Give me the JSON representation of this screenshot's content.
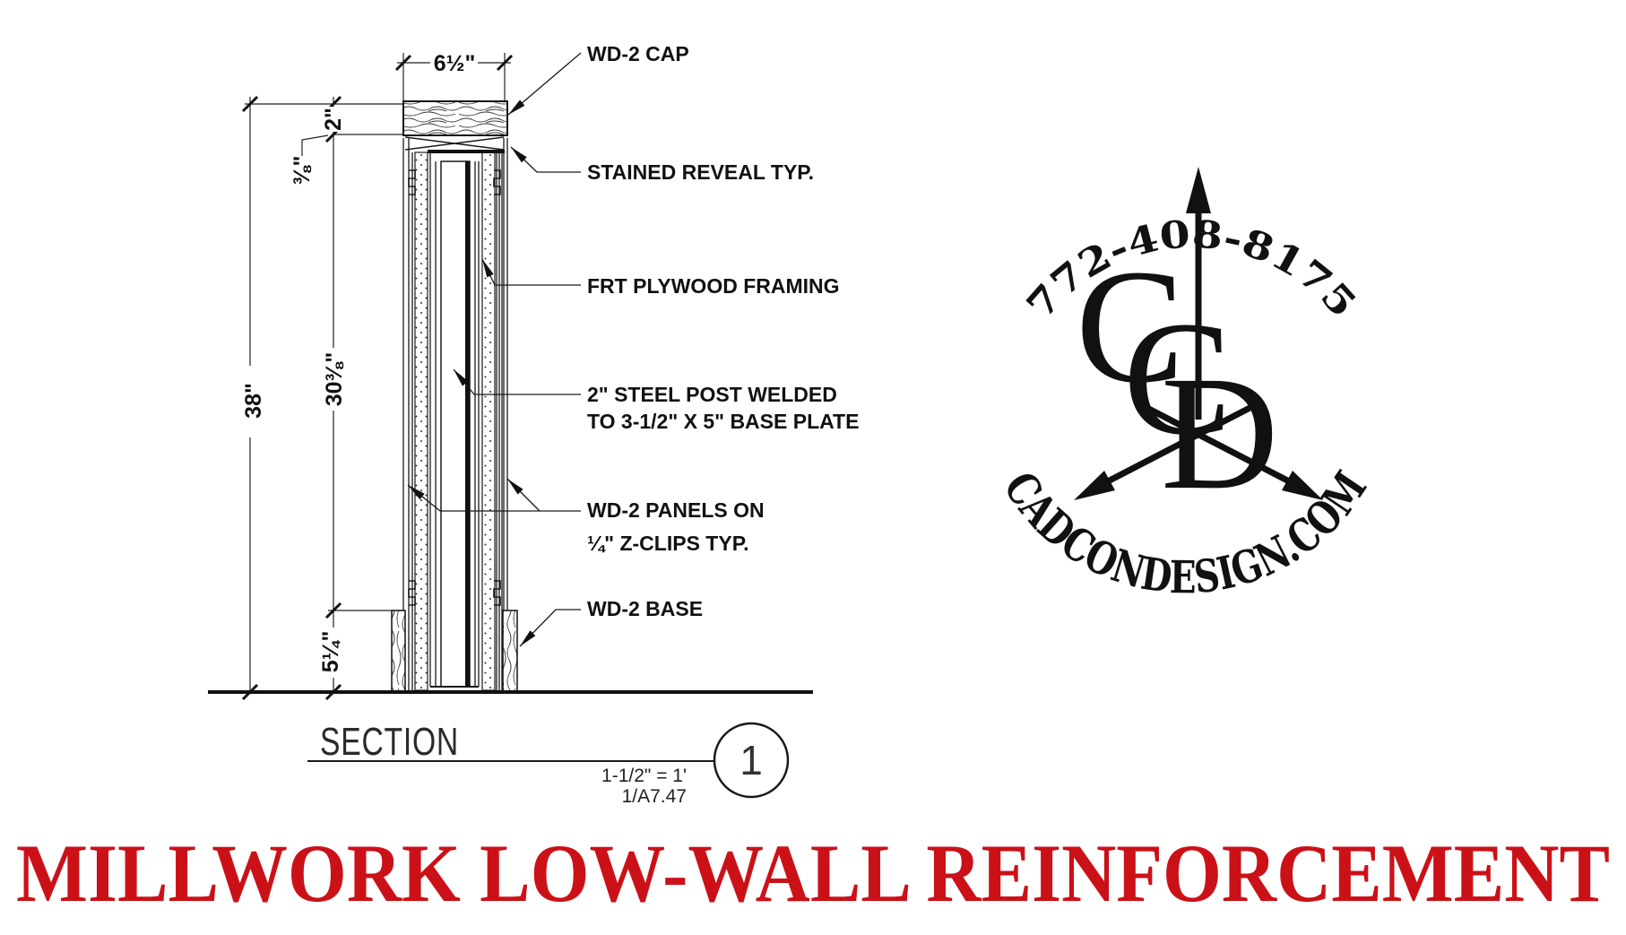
{
  "drawing": {
    "dims": {
      "top_width": "6½\"",
      "cap_height": "2\"",
      "reveal": "⅜\"",
      "overall_height": "38\"",
      "mid_height": "30⅜\"",
      "base_height": "5¼\""
    },
    "callouts": {
      "cap": "WD-2 CAP",
      "reveal": "STAINED REVEAL TYP.",
      "framing": "FRT PLYWOOD FRAMING",
      "post_line1": "2\" STEEL POST WELDED",
      "post_line2": "TO 3-1/2\" X 5\" BASE PLATE",
      "panels_line1": "WD-2 PANELS ON",
      "panels_line2": "¼\" Z-CLIPS TYP.",
      "base": "WD-2 BASE"
    },
    "title_block": {
      "view_title": "SECTION",
      "scale": "1-1/2\" = 1'",
      "sheet_ref": "1/A7.47",
      "detail_number": "1"
    }
  },
  "logo": {
    "phone": "772-408-8175",
    "website": "CADCONDESIGN.COM",
    "monogram": [
      "C",
      "C",
      "D"
    ]
  },
  "footer": {
    "title": "MILLWORK LOW-WALL REINFORCEMENT",
    "color": "#cb1118"
  },
  "colors": {
    "ink": "#1a1a1a",
    "accent_red": "#cb1118"
  }
}
